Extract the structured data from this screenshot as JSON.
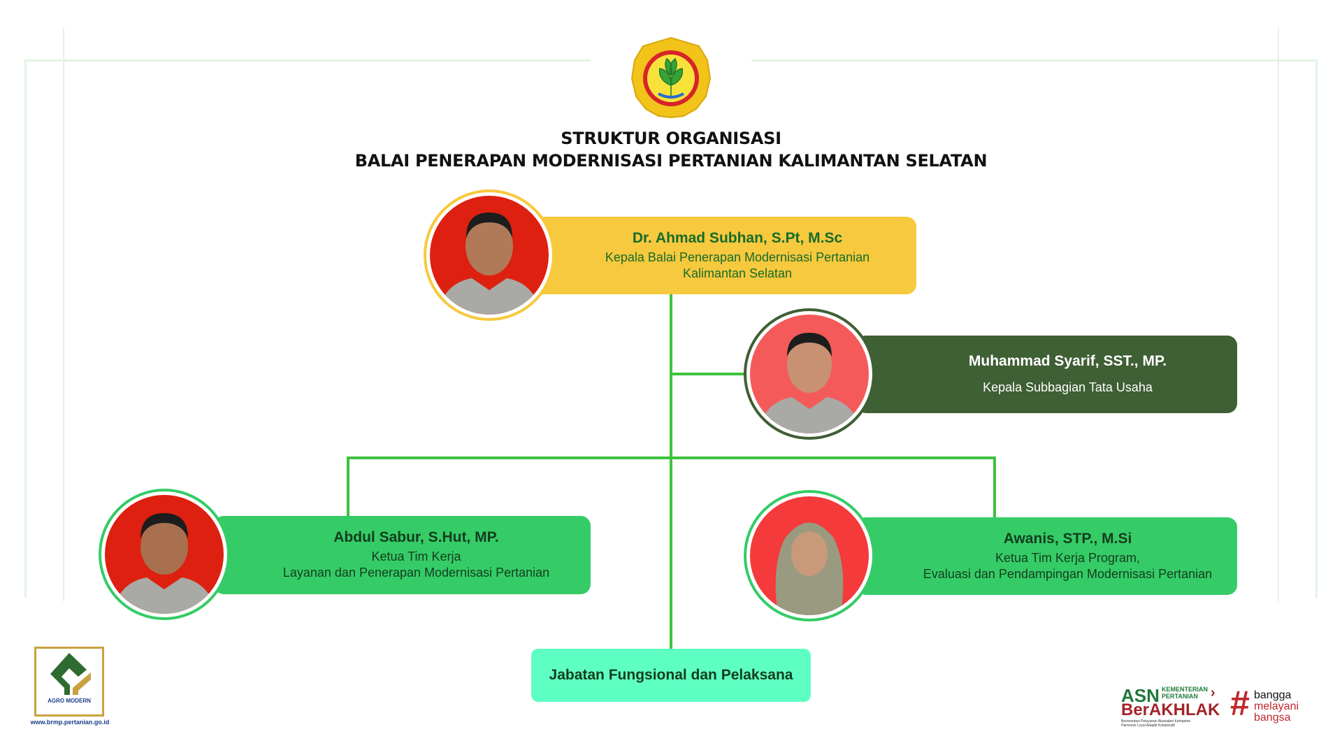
{
  "header": {
    "title_line1": "STRUKTUR ORGANISASI",
    "title_line2": "BALAI PENERAPAN MODERNISASI PERTANIAN KALIMANTAN SELATAN"
  },
  "members": [
    {
      "name": "Dr. Ahmad Subhan, S.Pt, M.Sc",
      "role_line1": "Kepala Balai Penerapan Modernisasi Pertanian",
      "role_line2": "Kalimantan Selatan",
      "box_color": "#f7c93e",
      "text_color": "#176b2a"
    },
    {
      "name": "Muhammad Syarif, SST., MP.",
      "role_line1": "Kepala Subbagian Tata Usaha",
      "box_color": "#3f5f34",
      "text_color": "#ffffff"
    },
    {
      "name": "Abdul Sabur, S.Hut, MP.",
      "role_line1": "Ketua Tim Kerja",
      "role_line2": "Layanan dan Penerapan Modernisasi Pertanian",
      "box_color": "#35cc67",
      "text_color": "#143d1e"
    },
    {
      "name": "Awanis, STP., M.Si",
      "role_line1": "Ketua Tim Kerja Program,",
      "role_line2": "Evaluasi dan Pendampingan Modernisasi Pertanian",
      "box_color": "#35cc67",
      "text_color": "#143d1e"
    }
  ],
  "bottom_box": {
    "label": "Jabatan Fungsional dan Pelaksana",
    "color": "#5effc3"
  },
  "footer": {
    "agro_label": "AGRO MODERN",
    "website": "www.brmp.pertanian.go.id",
    "asn": "ASN",
    "kementerian": "KEMENTERIAN",
    "pertanian": "PERTANIAN",
    "berakhlak": "BerAKHLAK",
    "berakhlak_desc1": "Berorientasi Pelayanan Akuntabel Kompeten",
    "berakhlak_desc2": "Harmonis Loyal Adaptif Kolaboratif",
    "bangga1": "bangga",
    "bangga2": "melayani",
    "bangga3": "bangsa"
  }
}
